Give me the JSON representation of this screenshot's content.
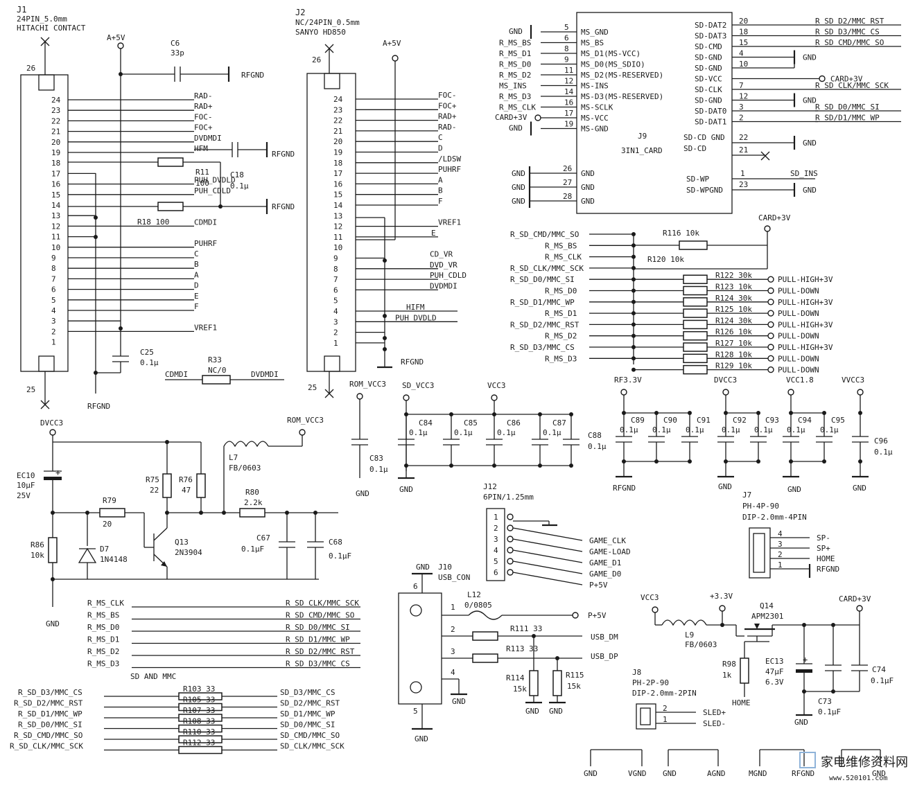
{
  "j1": {
    "ref": "J1",
    "type": "24PIN_5.0mm",
    "vendor": "HITACHI CONTACT",
    "pin_top": "26",
    "pin_bottom": "25",
    "pins": [
      "24",
      "23",
      "22",
      "21",
      "20",
      "19",
      "18",
      "17",
      "16",
      "15",
      "14",
      "13",
      "12",
      "11",
      "10",
      "9",
      "8",
      "7",
      "6",
      "5",
      "4",
      "3",
      "2",
      "1"
    ],
    "nets": [
      "RAD-",
      "RAD+",
      "FOC-",
      "FOC+",
      "DVDMDI",
      "HFM",
      "",
      "",
      "PUH_DVDLD",
      "PUH_CDLD",
      "",
      "",
      "CDMDI",
      "",
      "PUHRF",
      "C",
      "B",
      "A",
      "D",
      "E",
      "F",
      "",
      "VREF1",
      ""
    ]
  },
  "j1_parts": {
    "a5v": "A+5V",
    "c6": "C6",
    "c6_val": "33p",
    "rfgnd1": "RFGND",
    "rfgnd2": "RFGND",
    "rfgnd3": "RFGND",
    "rfgnd_bottom": "RFGND",
    "r11": "R11",
    "r11_val": "100",
    "c18": "C18",
    "c18_val": "0.1µ",
    "r18": "R18 100",
    "c25": "C25",
    "c25_val": "0.1µ",
    "r33": "R33",
    "r33_val": "NC/0",
    "cdmdi": "CDMDI",
    "dvdmdi": "DVDMDI"
  },
  "j2": {
    "ref": "J2",
    "type": "NC/24PIN_0.5mm",
    "vendor": "SANYO HD850",
    "pin_top": "26",
    "pin_bottom": "25",
    "a5v": "A+5V",
    "rfgnd": "RFGND",
    "pins": [
      "24",
      "23",
      "22",
      "21",
      "20",
      "19",
      "18",
      "17",
      "16",
      "15",
      "14",
      "13",
      "12",
      "11",
      "10",
      "9",
      "8",
      "7",
      "6",
      "5",
      "4",
      "3",
      "2",
      "1"
    ],
    "nets": [
      "FOC-",
      "FOC+",
      "RAD+",
      "RAD-",
      "C",
      "D",
      "/LDSW",
      "PUHRF",
      "A",
      "B",
      "F",
      "",
      "VREF1",
      "E",
      "",
      "CD_VR",
      "DVD_VR",
      "PUH_CDLD",
      "DVDMDI",
      "",
      "HIFM",
      "PUH_DVDLD",
      "",
      ""
    ]
  },
  "j9": {
    "ref": "J9",
    "name": "3IN1_CARD",
    "left": [
      {
        "ext": "GND",
        "pin": "5",
        "int": "MS_GND"
      },
      {
        "ext": "R_MS_BS",
        "pin": "6",
        "int": "MS_BS"
      },
      {
        "ext": "R_MS_D1",
        "pin": "8",
        "int": "MS_D1(MS-VCC)"
      },
      {
        "ext": "R_MS_D0",
        "pin": "9",
        "int": "MS_D0(MS_SDIO)"
      },
      {
        "ext": "R_MS_D2",
        "pin": "11",
        "int": "MS_D2(MS-RESERVED)"
      },
      {
        "ext": "MS_INS",
        "pin": "12",
        "int": "MS-INS"
      },
      {
        "ext": "R_MS_D3",
        "pin": "14",
        "int": "MS-D3(MS-RESERVED)"
      },
      {
        "ext": "R_MS_CLK",
        "pin": "16",
        "int": "MS-SCLK"
      },
      {
        "ext": "CARD+3V",
        "pin": "17",
        "int": "MS-VCC"
      },
      {
        "ext": "GND",
        "pin": "19",
        "int": "MS-GND"
      }
    ],
    "left_gnd": [
      {
        "ext": "GND",
        "pin": "26",
        "int": "GND"
      },
      {
        "ext": "GND",
        "pin": "27",
        "int": "GND"
      },
      {
        "ext": "GND",
        "pin": "28",
        "int": "GND"
      }
    ],
    "right": [
      {
        "int": "SD-DAT2",
        "pin": "20",
        "ext": "R_SD_D2/MMC_RST"
      },
      {
        "int": "SD-DAT3",
        "pin": "18",
        "ext": "R_SD_D3/MMC_CS"
      },
      {
        "int": "SD-CMD",
        "pin": "15",
        "ext": "R_SD_CMD/MMC_SO"
      },
      {
        "int": "SD-GND",
        "pin": "4",
        "ext": "GND"
      },
      {
        "int": "SD-GND",
        "pin": "10",
        "ext": ""
      },
      {
        "int": "SD-VCC",
        "pin": "",
        "ext": "CARD+3V"
      },
      {
        "int": "SD-CLK",
        "pin": "7",
        "ext": "R_SD_CLK/MMC_SCK"
      },
      {
        "int": "SD-GND",
        "pin": "12",
        "ext": "GND"
      },
      {
        "int": "SD-DAT0",
        "pin": "3",
        "ext": "R_SD_D0/MMC_SI"
      },
      {
        "int": "SD-DAT1",
        "pin": "2",
        "ext": "R_SD/D1/MMC_WP"
      }
    ],
    "cd": {
      "int1": "SD-CD GND",
      "pin1": "22",
      "ext1": "GND",
      "int2": "SD-CD",
      "pin2": "21"
    },
    "wp": {
      "int1": "SD-WP",
      "pin1": "1",
      "ext1": "SD_INS",
      "int2": "SD-WPGND",
      "pin2": "23",
      "ext2": "GND"
    }
  },
  "pullups": {
    "card3v": "CARD+3V",
    "r116": "R116 10k",
    "r120": "R120 10k",
    "rows": [
      {
        "net": "R_SD_CMD/MMC_SO",
        "res": "",
        "pull": ""
      },
      {
        "net": "R_MS_BS",
        "res": "",
        "pull": ""
      },
      {
        "net": "R_MS_CLK",
        "res": "",
        "pull": ""
      },
      {
        "net": "R_SD_CLK/MMC_SCK",
        "res": "",
        "pull": ""
      },
      {
        "net": "R_SD_D0/MMC_SI",
        "res": "R122 30k",
        "pull": "PULL-HIGH+3V"
      },
      {
        "net": "R_MS_D0",
        "res": "R123 10k",
        "pull": "PULL-DOWN"
      },
      {
        "net": "R_SD_D1/MMC_WP",
        "res": "R124 30k",
        "pull": "PULL-HIGH+3V"
      },
      {
        "net": "R_MS_D1",
        "res": "R125 10k",
        "pull": "PULL-DOWN"
      },
      {
        "net": "R_SD_D2/MMC_RST",
        "res": "R124 30k",
        "pull": "PULL-HIGH+3V"
      },
      {
        "net": "R_MS_D2",
        "res": "R126 10k",
        "pull": "PULL-DOWN"
      },
      {
        "net": "R_SD_D3/MMC_CS",
        "res": "R127 10k",
        "pull": "PULL-HIGH+3V"
      },
      {
        "net": "R_MS_D3",
        "res": "R128 10k",
        "pull": "PULL-DOWN"
      },
      {
        "net": "",
        "res": "R129 10k",
        "pull": "PULL-DOWN"
      }
    ]
  },
  "decoupling": {
    "rom_vcc3": "ROM_VCC3",
    "sd_vcc3": "SD_VCC3",
    "vcc3": "VCC3",
    "c83": "C83",
    "c83_val": "0.1µ",
    "caps": [
      {
        "ref": "C84",
        "val": "0.1µ"
      },
      {
        "ref": "C85",
        "val": "0.1µ"
      },
      {
        "ref": "C86",
        "val": "0.1µ"
      },
      {
        "ref": "C87",
        "val": "0.1µ"
      },
      {
        "ref": "C88",
        "val": "0.1µ"
      }
    ],
    "gnd1": "GND",
    "gnd2": "GND",
    "rf33": "RF3.3V",
    "dvcc3": "DVCC3",
    "vcc18": "VCC1.8",
    "vvcc3": "VVCC3",
    "caps2": [
      {
        "ref": "C89",
        "val": "0.1µ"
      },
      {
        "ref": "C90",
        "val": "0.1µ"
      },
      {
        "ref": "C91",
        "val": "0.1µ"
      },
      {
        "ref": "C92",
        "val": "0.1µ"
      },
      {
        "ref": "C93",
        "val": "0.1µ"
      },
      {
        "ref": "C94",
        "val": "0.1µ"
      },
      {
        "ref": "C95",
        "val": "0.1µ"
      },
      {
        "ref": "C96",
        "val": "0.1µ"
      }
    ],
    "rfgnd": "RFGND",
    "gnd3": "GND",
    "gnd4": "GND",
    "gnd5": "GND"
  },
  "regulator": {
    "dvcc3": "DVCC3",
    "rom_vcc3": "ROM_VCC3",
    "ec10": "EC10",
    "ec10_val": "10µF",
    "ec10_v": "25V",
    "r75": "R75",
    "r75_val": "22",
    "r76": "R76",
    "r76_val": "47",
    "l7": "L7",
    "l7_val": "FB/0603",
    "r79": "R79",
    "r79_val": "20",
    "r80": "R80",
    "r80_val": "2.2k",
    "r86": "R86",
    "r86_val": "10k",
    "d7": "D7",
    "d7_val": "1N4148",
    "q13": "Q13",
    "q13_val": "2N3904",
    "c67": "C67",
    "c67_val": "0.1µF",
    "c68": "C68",
    "c68_val": "0.1µF",
    "gnd": "GND"
  },
  "netmap": {
    "rows": [
      {
        "l": "R_MS_CLK",
        "r": "R_SD_CLK/MMC_SCK"
      },
      {
        "l": "R_MS_BS",
        "r": "R_SD_CMD/MMC_SO"
      },
      {
        "l": "R_MS_D0",
        "r": "R_SD_D0/MMC_SI"
      },
      {
        "l": "R_MS_D1",
        "r": "R_SD_D1/MMC_WP"
      },
      {
        "l": "R_MS_D2",
        "r": "R_SD_D2/MMC_RST"
      },
      {
        "l": "R_MS_D3",
        "r": "R_SD_D3/MMC_CS"
      }
    ]
  },
  "sdmmc": {
    "title": "SD AND MMC",
    "rows": [
      {
        "l": "R_SD_D3/MMC_CS",
        "res": "R103 33",
        "r": "SD_D3/MMC_CS"
      },
      {
        "l": "R_SD_D2/MMC_RST",
        "res": "R105 33",
        "r": "SD_D2/MMC_RST"
      },
      {
        "l": "R_SD_D1/MMC_WP",
        "res": "R107 33",
        "r": "SD_D1/MMC_WP"
      },
      {
        "l": "R_SD_D0/MMC_SI",
        "res": "R108 33",
        "r": "SD_D0/MMC_SI"
      },
      {
        "l": "R_SD_CMD/MMC_SO",
        "res": "R110 33",
        "r": "SD_CMD/MMC_SO"
      },
      {
        "l": "R_SD_CLK/MMC_SCK",
        "res": "R112 33",
        "r": "SD_CLK/MMC_SCK"
      }
    ]
  },
  "j12": {
    "ref": "J12",
    "type": "6PIN/1.25mm",
    "pins": [
      "1",
      "2",
      "3",
      "4",
      "5",
      "6"
    ],
    "nets": [
      "",
      "GAME_CLK",
      "GAME-LOAD",
      "GAME_D1",
      "GAME_D0",
      "P+5V"
    ]
  },
  "j10": {
    "ref": "J10",
    "type": "USB_CON",
    "gnd_top": "GND",
    "pin6": "6",
    "pin5": "5",
    "gnd_bottom": "GND",
    "p1": "1",
    "p2": "2",
    "p3": "3",
    "p4": "4",
    "gnd4": "GND",
    "l12": "L12",
    "l12_val": "0/0805",
    "p5v": "P+5V",
    "r111": "R111 33",
    "usb_dm": "USB_DM",
    "r113": "R113 33",
    "usb_dp": "USB_DP",
    "r114": "R114",
    "r114_val": "15k",
    "r115": "R115",
    "r115_val": "15k",
    "gnd_a": "GND",
    "gnd_b": "GND"
  },
  "j7": {
    "ref": "J7",
    "type": "PH-4P-90",
    "spec": "DIP-2.0mm-4PIN",
    "pins": [
      "4",
      "3",
      "2",
      "1"
    ],
    "nets": [
      "SP-",
      "SP+",
      "HOME",
      "RFGND"
    ]
  },
  "power": {
    "vcc3": "VCC3",
    "p33": "+3.3V",
    "card3v": "CARD+3V",
    "q14": "Q14",
    "q14_val": "APM2301",
    "l9": "L9",
    "l9_val": "FB/0603",
    "r98": "R98",
    "r98_val": "1k",
    "home": "HOME",
    "ec13": "EC13",
    "ec13_val": "47µF",
    "ec13_v": "6.3V",
    "c73": "C73",
    "c73_val": "0.1µF",
    "c74": "C74",
    "c74_val": "0.1µF",
    "gnd": "GND"
  },
  "j8": {
    "ref": "J8",
    "type": "PH-2P-90",
    "spec": "DIP-2.0mm-2PIN",
    "pins": [
      "2",
      "1"
    ],
    "nets": [
      "SLED+",
      "SLED-"
    ]
  },
  "grounds": {
    "labels": [
      "GND",
      "VGND",
      "GND",
      "AGND",
      "MGND",
      "RFGND",
      "GND"
    ]
  },
  "watermark": {
    "cn": "家电维修资料网",
    "url": "www.520101.com"
  }
}
